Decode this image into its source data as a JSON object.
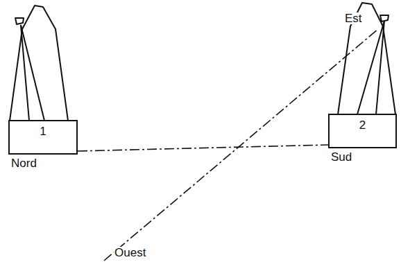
{
  "diagram": {
    "nodes": [
      {
        "text": [
          "1",
          "Nord"
        ]
      },
      {
        "text": [
          "2",
          "Sud"
        ]
      }
    ],
    "edges": [
      {
        "from": 0,
        "to": 1,
        "arrow": "none"
      }
    ],
    "labels": [
      "Est",
      "Ouest"
    ]
  }
}
